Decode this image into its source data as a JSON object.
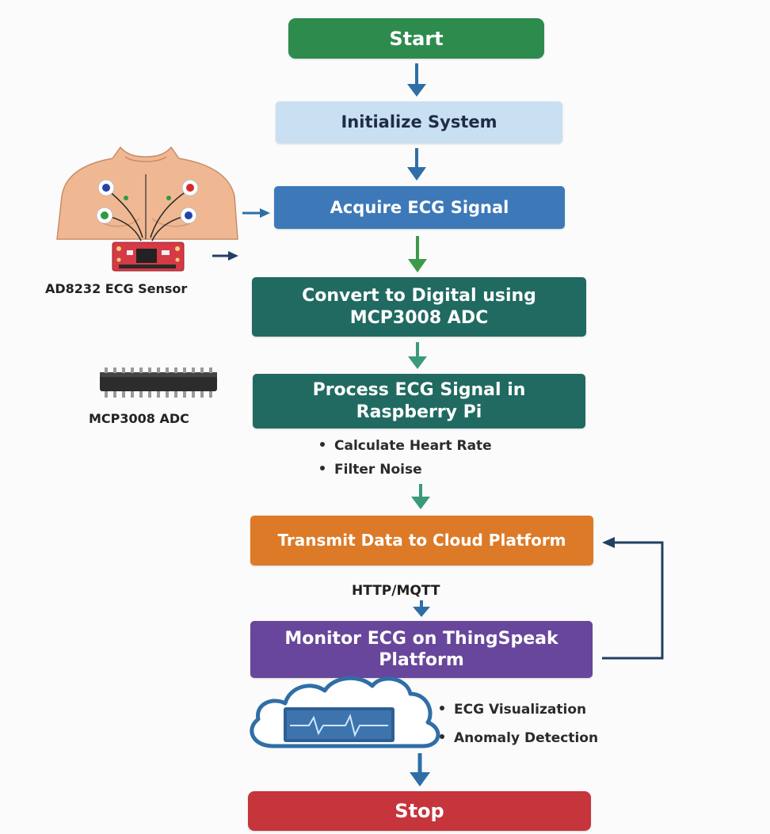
{
  "steps": {
    "start": "Start",
    "init": "Initialize System",
    "acquire": "Acquire ECG Signal",
    "convert": "Convert to Digital using MCP3008 ADC",
    "process": "Process ECG Signal in Raspberry Pi",
    "transmit": "Transmit Data to Cloud Platform",
    "monitor": "Monitor ECG on ThingSpeak Platform",
    "stop": "Stop"
  },
  "labels": {
    "sensor": "AD8232 ECG Sensor",
    "adc": "MCP3008 ADC",
    "protocol": "HTTP/MQTT"
  },
  "process_bullets": [
    "Calculate Heart Rate",
    "Filter Noise"
  ],
  "cloud_bullets": [
    "ECG Visualization",
    "Anomaly Detection"
  ],
  "colors": {
    "start": "#2e8b4e",
    "init": "#c9dff2",
    "acquire": "#3d79b8",
    "convert": "#206a61",
    "process": "#206a61",
    "transmit": "#dd7a27",
    "monitor": "#68469b",
    "stop": "#c5353b",
    "arrow_blue": "#2f6ea6",
    "arrow_green": "#3d9a4b",
    "arrow_teal": "#3b9a7c",
    "feedback": "#233f66"
  },
  "icons": [
    "torso-with-electrodes-icon",
    "ecg-sensor-board-icon",
    "adc-chip-icon",
    "cloud-ecg-icon"
  ]
}
